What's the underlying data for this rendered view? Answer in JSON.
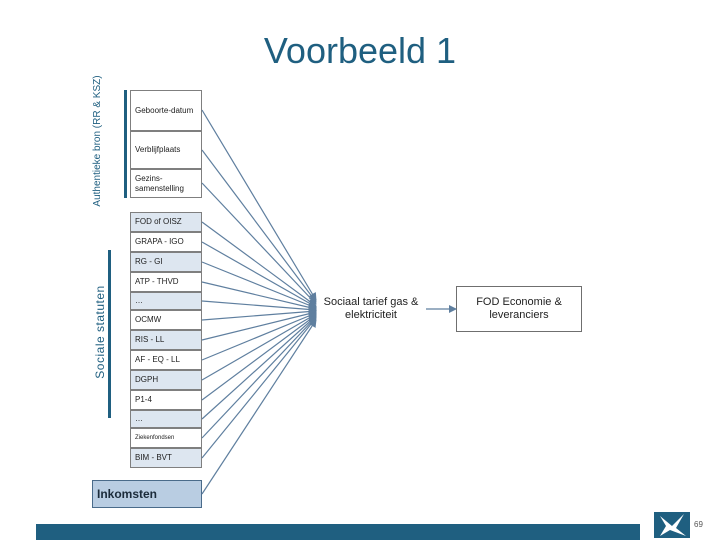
{
  "title": "Voorbeeld 1",
  "auth_label": "Authentieke bron (RR & KSZ)",
  "social_label": "Sociale statuten",
  "auth_sources": [
    "Geboorte-datum",
    "Verblijfplaats",
    "Gezins-samenstelling"
  ],
  "statutes": [
    "FOD of OISZ",
    "GRAPA - IGO",
    "RG - GI",
    "ATP - THVD",
    "…",
    "OCMW",
    "RIS - LL",
    "AF - EQ - LL",
    "DGPH",
    "P1-4",
    "…",
    "Ziekenfondsen",
    "BIM - BVT"
  ],
  "inkomsten": "Inkomsten",
  "target1": "Sociaal tarief gas & elektriciteit",
  "target2": "FOD Economie & leveranciers",
  "page_number": "69",
  "colors": {
    "primary": "#1f5f80",
    "arrow": "#5f7f9f",
    "shade": "#dde6f0"
  }
}
